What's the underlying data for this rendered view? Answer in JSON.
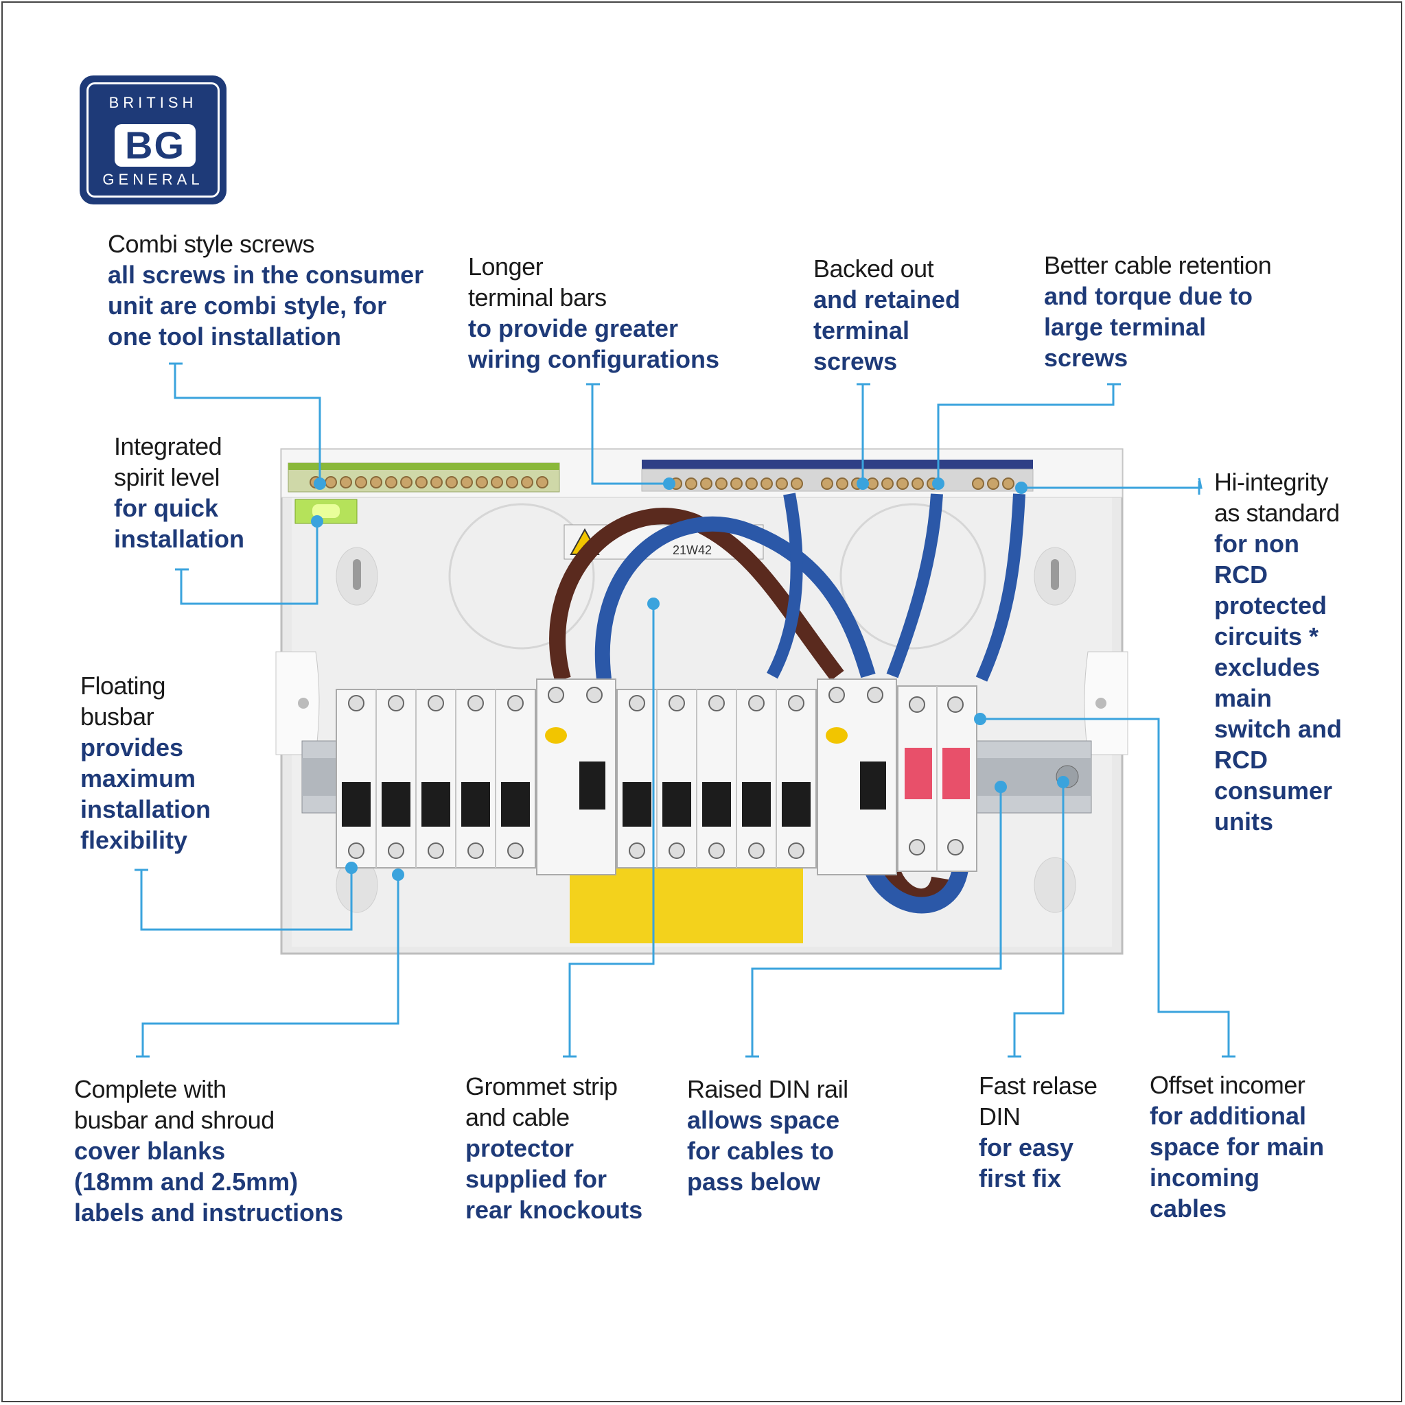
{
  "logo": {
    "top": "BRITISH",
    "center": "BG",
    "bottom": "GENERAL"
  },
  "colors": {
    "brand_blue": "#1e3a78",
    "leader_line": "#3aa3dd",
    "text": "#1a1a1a"
  },
  "unit": {
    "model": "21W42"
  },
  "callouts": {
    "combi": {
      "heading": "Combi style screws",
      "body": "all screws in the consumer\nunit are combi style, for\none tool installation"
    },
    "terminal_bars": {
      "heading": "Longer\nterminal bars",
      "body": "to provide greater\nwiring configurations"
    },
    "backed_out": {
      "heading": "Backed out",
      "body": "and retained\nterminal\nscrews"
    },
    "cable_retention": {
      "heading": "Better cable retention",
      "body": "and torque due to\nlarge terminal\nscrews"
    },
    "spirit_level": {
      "heading": "Integrated\nspirit level",
      "body": "for quick\ninstallation"
    },
    "hi_integrity": {
      "heading": "Hi-integrity\nas standard",
      "body": "for non\nRCD\nprotected\ncircuits *\nexcludes\nmain\nswitch and\nRCD\nconsumer\nunits"
    },
    "floating_busbar": {
      "heading": "Floating\nbusbar",
      "body": "provides\nmaximum\ninstallation\nflexibility"
    },
    "complete_with": {
      "heading": "Complete with\nbusbar and shroud",
      "body": "cover blanks\n(18mm and 2.5mm)\nlabels and instructions"
    },
    "grommet": {
      "heading": "Grommet strip\nand cable",
      "body": "protector\nsupplied for\nrear knockouts"
    },
    "din_rail": {
      "heading": "Raised DIN rail",
      "body": "allows space\nfor cables to\npass below"
    },
    "fast_release": {
      "heading": "Fast relase\nDIN",
      "body": "for easy\nfirst fix"
    },
    "offset_incomer": {
      "heading": "Offset incomer",
      "body": "for additional\nspace for main\nincoming\ncables"
    }
  }
}
